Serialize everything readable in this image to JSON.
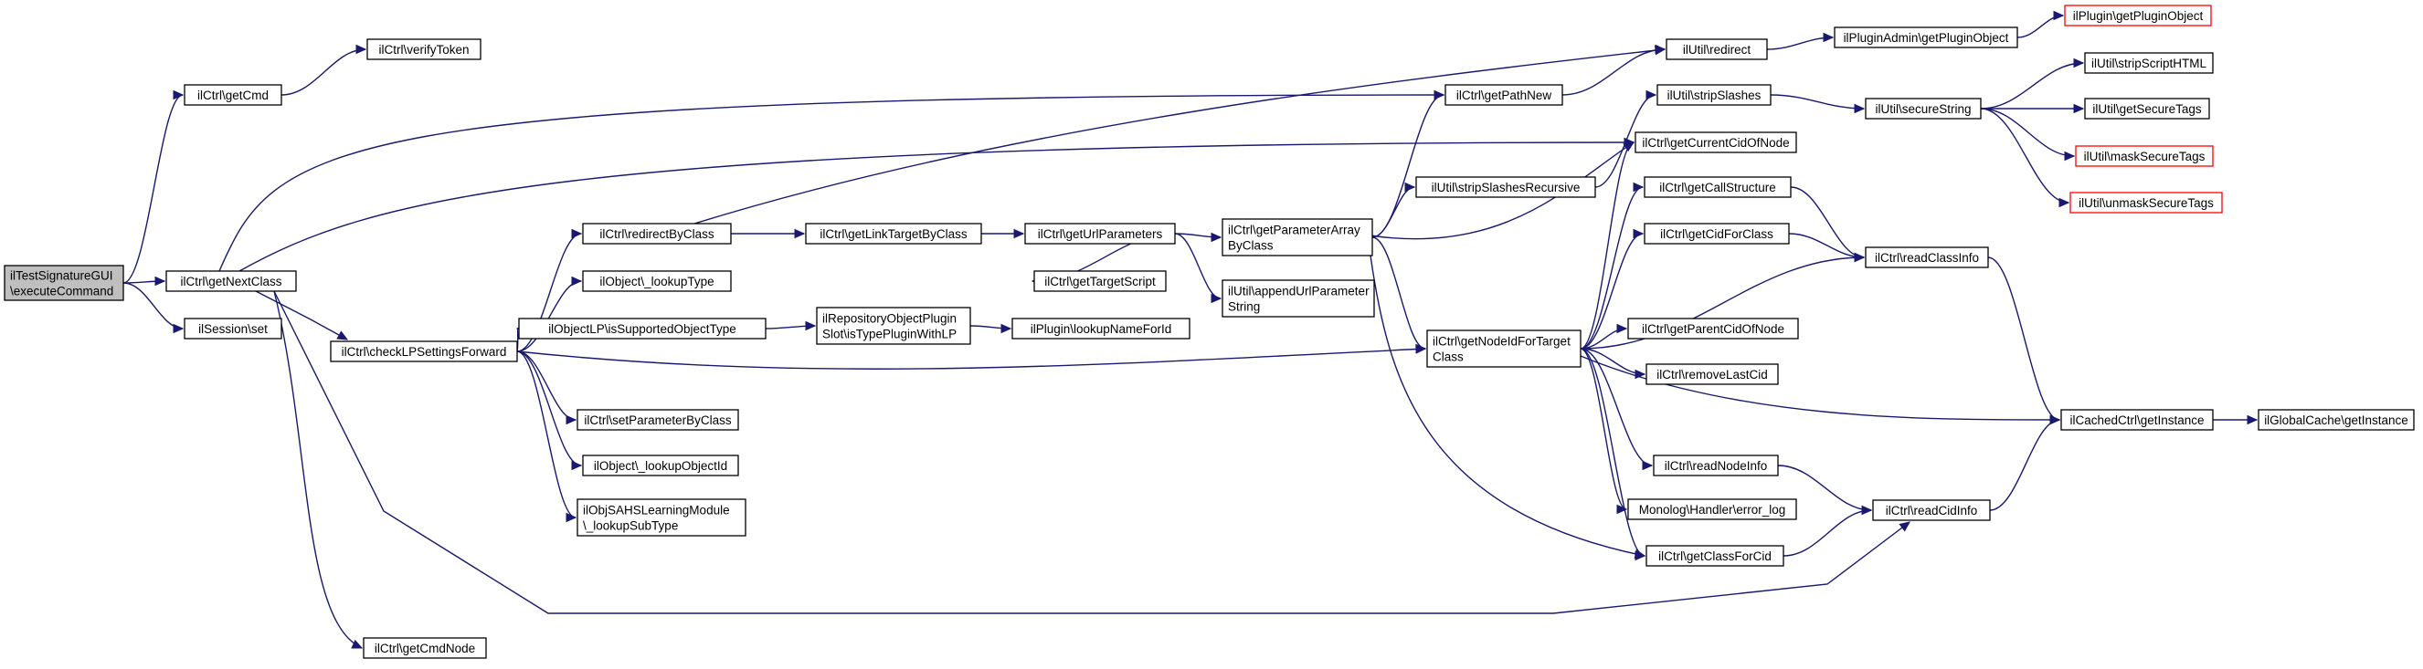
{
  "nodes": [
    {
      "id": "n_exec",
      "lines": [
        "ilTestSignatureGUI",
        "\\executeCommand"
      ],
      "kind": "start"
    },
    {
      "id": "n_getCmd",
      "lines": [
        "ilCtrl\\getCmd"
      ]
    },
    {
      "id": "n_getNextClass",
      "lines": [
        "ilCtrl\\getNextClass"
      ]
    },
    {
      "id": "n_sessionSet",
      "lines": [
        "ilSession\\set"
      ]
    },
    {
      "id": "n_verifyToken",
      "lines": [
        "ilCtrl\\verifyToken"
      ]
    },
    {
      "id": "n_checkLP",
      "lines": [
        "ilCtrl\\checkLPSettingsForward"
      ]
    },
    {
      "id": "n_getCmdNode",
      "lines": [
        "ilCtrl\\getCmdNode"
      ]
    },
    {
      "id": "n_redirectByClass",
      "lines": [
        "ilCtrl\\redirectByClass"
      ]
    },
    {
      "id": "n_lookupType",
      "lines": [
        "ilObject\\_lookupType"
      ]
    },
    {
      "id": "n_isSupported",
      "lines": [
        "ilObjectLP\\isSupportedObjectType"
      ]
    },
    {
      "id": "n_setParam",
      "lines": [
        "ilCtrl\\setParameterByClass"
      ]
    },
    {
      "id": "n_lookupObjId",
      "lines": [
        "ilObject\\_lookupObjectId"
      ]
    },
    {
      "id": "n_sahs",
      "lines": [
        "ilObjSAHSLearningModule",
        "\\_lookupSubType"
      ]
    },
    {
      "id": "n_linkTarget",
      "lines": [
        "ilCtrl\\getLinkTargetByClass"
      ]
    },
    {
      "id": "n_repoPlugin",
      "lines": [
        "ilRepositoryObjectPlugin",
        "Slot\\isTypePluginWithLP"
      ]
    },
    {
      "id": "n_urlParams",
      "lines": [
        "ilCtrl\\getUrlParameters"
      ]
    },
    {
      "id": "n_lookupName",
      "lines": [
        "ilPlugin\\lookupNameForId"
      ]
    },
    {
      "id": "n_targetScript",
      "lines": [
        "ilCtrl\\getTargetScript"
      ]
    },
    {
      "id": "n_paramArray",
      "lines": [
        "ilCtrl\\getParameterArray",
        "ByClass"
      ]
    },
    {
      "id": "n_appendUrl",
      "lines": [
        "ilUtil\\appendUrlParameter",
        "String"
      ]
    },
    {
      "id": "n_pathNew",
      "lines": [
        "ilCtrl\\getPathNew"
      ]
    },
    {
      "id": "n_nodeId",
      "lines": [
        "ilCtrl\\getNodeIdForTarget",
        "Class"
      ]
    },
    {
      "id": "n_stripRec",
      "lines": [
        "ilUtil\\stripSlashesRecursive"
      ]
    },
    {
      "id": "n_redirect",
      "lines": [
        "ilUtil\\redirect"
      ]
    },
    {
      "id": "n_strip",
      "lines": [
        "ilUtil\\stripSlashes"
      ]
    },
    {
      "id": "n_currentCid",
      "lines": [
        "ilCtrl\\getCurrentCidOfNode"
      ]
    },
    {
      "id": "n_callStruct",
      "lines": [
        "ilCtrl\\getCallStructure"
      ]
    },
    {
      "id": "n_cidForClass",
      "lines": [
        "ilCtrl\\getCidForClass"
      ]
    },
    {
      "id": "n_parentCid",
      "lines": [
        "ilCtrl\\getParentCidOfNode"
      ]
    },
    {
      "id": "n_removeLast",
      "lines": [
        "ilCtrl\\removeLastCid"
      ]
    },
    {
      "id": "n_readNode",
      "lines": [
        "ilCtrl\\readNodeInfo"
      ]
    },
    {
      "id": "n_monolog",
      "lines": [
        "Monolog\\Handler\\error_log"
      ]
    },
    {
      "id": "n_classForCid",
      "lines": [
        "ilCtrl\\getClassForCid"
      ]
    },
    {
      "id": "n_pluginAdmin",
      "lines": [
        "ilPluginAdmin\\getPluginObject"
      ]
    },
    {
      "id": "n_secure",
      "lines": [
        "ilUtil\\secureString"
      ]
    },
    {
      "id": "n_readClass",
      "lines": [
        "ilCtrl\\readClassInfo"
      ]
    },
    {
      "id": "n_readCid",
      "lines": [
        "ilCtrl\\readCidInfo"
      ]
    },
    {
      "id": "n_cached",
      "lines": [
        "ilCachedCtrl\\getInstance"
      ]
    },
    {
      "id": "n_pluginObj",
      "lines": [
        "ilPlugin\\getPluginObject"
      ],
      "kind": "missing"
    },
    {
      "id": "n_stripScript",
      "lines": [
        "ilUtil\\stripScriptHTML"
      ]
    },
    {
      "id": "n_secureTags",
      "lines": [
        "ilUtil\\getSecureTags"
      ]
    },
    {
      "id": "n_mask",
      "lines": [
        "ilUtil\\maskSecureTags"
      ],
      "kind": "missing"
    },
    {
      "id": "n_unmask",
      "lines": [
        "ilUtil\\unmaskSecureTags"
      ],
      "kind": "missing"
    },
    {
      "id": "n_global",
      "lines": [
        "ilGlobalCache\\getInstance"
      ]
    }
  ],
  "edges": [
    {
      "from": "n_exec",
      "to": "n_getCmd"
    },
    {
      "from": "n_exec",
      "to": "n_getNextClass"
    },
    {
      "from": "n_exec",
      "to": "n_sessionSet"
    },
    {
      "from": "n_getCmd",
      "to": "n_verifyToken"
    },
    {
      "from": "n_getNextClass",
      "to": "n_pathNew"
    },
    {
      "from": "n_getNextClass",
      "to": "n_currentCid"
    },
    {
      "from": "n_getNextClass",
      "to": "n_checkLP"
    },
    {
      "from": "n_getNextClass",
      "to": "n_readCid"
    },
    {
      "from": "n_getNextClass",
      "to": "n_getCmdNode"
    },
    {
      "from": "n_checkLP",
      "to": "n_redirectByClass"
    },
    {
      "from": "n_checkLP",
      "to": "n_lookupType"
    },
    {
      "from": "n_checkLP",
      "to": "n_isSupported"
    },
    {
      "from": "n_checkLP",
      "to": "n_nodeId"
    },
    {
      "from": "n_checkLP",
      "to": "n_setParam"
    },
    {
      "from": "n_checkLP",
      "to": "n_lookupObjId"
    },
    {
      "from": "n_checkLP",
      "to": "n_sahs"
    },
    {
      "from": "n_redirectByClass",
      "to": "n_redirect"
    },
    {
      "from": "n_redirectByClass",
      "to": "n_linkTarget"
    },
    {
      "from": "n_linkTarget",
      "to": "n_urlParams"
    },
    {
      "from": "n_urlParams",
      "to": "n_paramArray"
    },
    {
      "from": "n_urlParams",
      "to": "n_targetScript"
    },
    {
      "from": "n_urlParams",
      "to": "n_appendUrl"
    },
    {
      "from": "n_isSupported",
      "to": "n_repoPlugin"
    },
    {
      "from": "n_repoPlugin",
      "to": "n_lookupName"
    },
    {
      "from": "n_paramArray",
      "to": "n_pathNew"
    },
    {
      "from": "n_paramArray",
      "to": "n_stripRec"
    },
    {
      "from": "n_paramArray",
      "to": "n_currentCid"
    },
    {
      "from": "n_paramArray",
      "to": "n_nodeId"
    },
    {
      "from": "n_paramArray",
      "to": "n_classForCid"
    },
    {
      "from": "n_pathNew",
      "to": "n_redirect"
    },
    {
      "from": "n_stripRec",
      "to": "n_strip"
    },
    {
      "from": "n_redirect",
      "to": "n_pluginAdmin"
    },
    {
      "from": "n_pluginAdmin",
      "to": "n_pluginObj"
    },
    {
      "from": "n_strip",
      "to": "n_secure"
    },
    {
      "from": "n_secure",
      "to": "n_stripScript"
    },
    {
      "from": "n_secure",
      "to": "n_secureTags"
    },
    {
      "from": "n_secure",
      "to": "n_mask"
    },
    {
      "from": "n_secure",
      "to": "n_unmask"
    },
    {
      "from": "n_nodeId",
      "to": "n_currentCid"
    },
    {
      "from": "n_nodeId",
      "to": "n_callStruct"
    },
    {
      "from": "n_nodeId",
      "to": "n_cidForClass"
    },
    {
      "from": "n_nodeId",
      "to": "n_readClass"
    },
    {
      "from": "n_nodeId",
      "to": "n_parentCid"
    },
    {
      "from": "n_nodeId",
      "to": "n_removeLast"
    },
    {
      "from": "n_nodeId",
      "to": "n_cached"
    },
    {
      "from": "n_nodeId",
      "to": "n_readNode"
    },
    {
      "from": "n_nodeId",
      "to": "n_monolog"
    },
    {
      "from": "n_nodeId",
      "to": "n_classForCid"
    },
    {
      "from": "n_callStruct",
      "to": "n_readClass"
    },
    {
      "from": "n_cidForClass",
      "to": "n_readClass"
    },
    {
      "from": "n_readClass",
      "to": "n_cached"
    },
    {
      "from": "n_readNode",
      "to": "n_readCid"
    },
    {
      "from": "n_classForCid",
      "to": "n_readCid"
    },
    {
      "from": "n_readCid",
      "to": "n_cached"
    },
    {
      "from": "n_cached",
      "to": "n_global"
    }
  ]
}
